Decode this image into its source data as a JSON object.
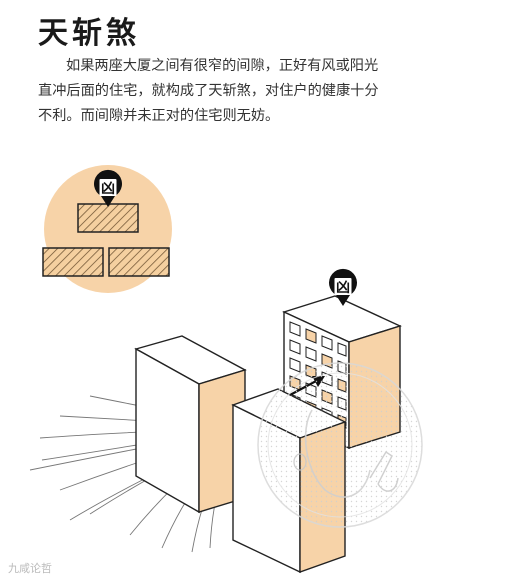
{
  "title": "天斩煞",
  "paragraph_lines": [
    "如果两座大厦之间有很窄的间隙，正好有风或阳光",
    "直冲后面的住宅，就构成了天斩煞，对住户的健康十分",
    "不利。而间隙并未正对的住宅则无妨。"
  ],
  "badge_text": "凶",
  "watermark_text": "九咸论哲",
  "colors": {
    "peach": "#f7d3a8",
    "ink": "#222222",
    "window_fill": "#f7d3a8"
  }
}
